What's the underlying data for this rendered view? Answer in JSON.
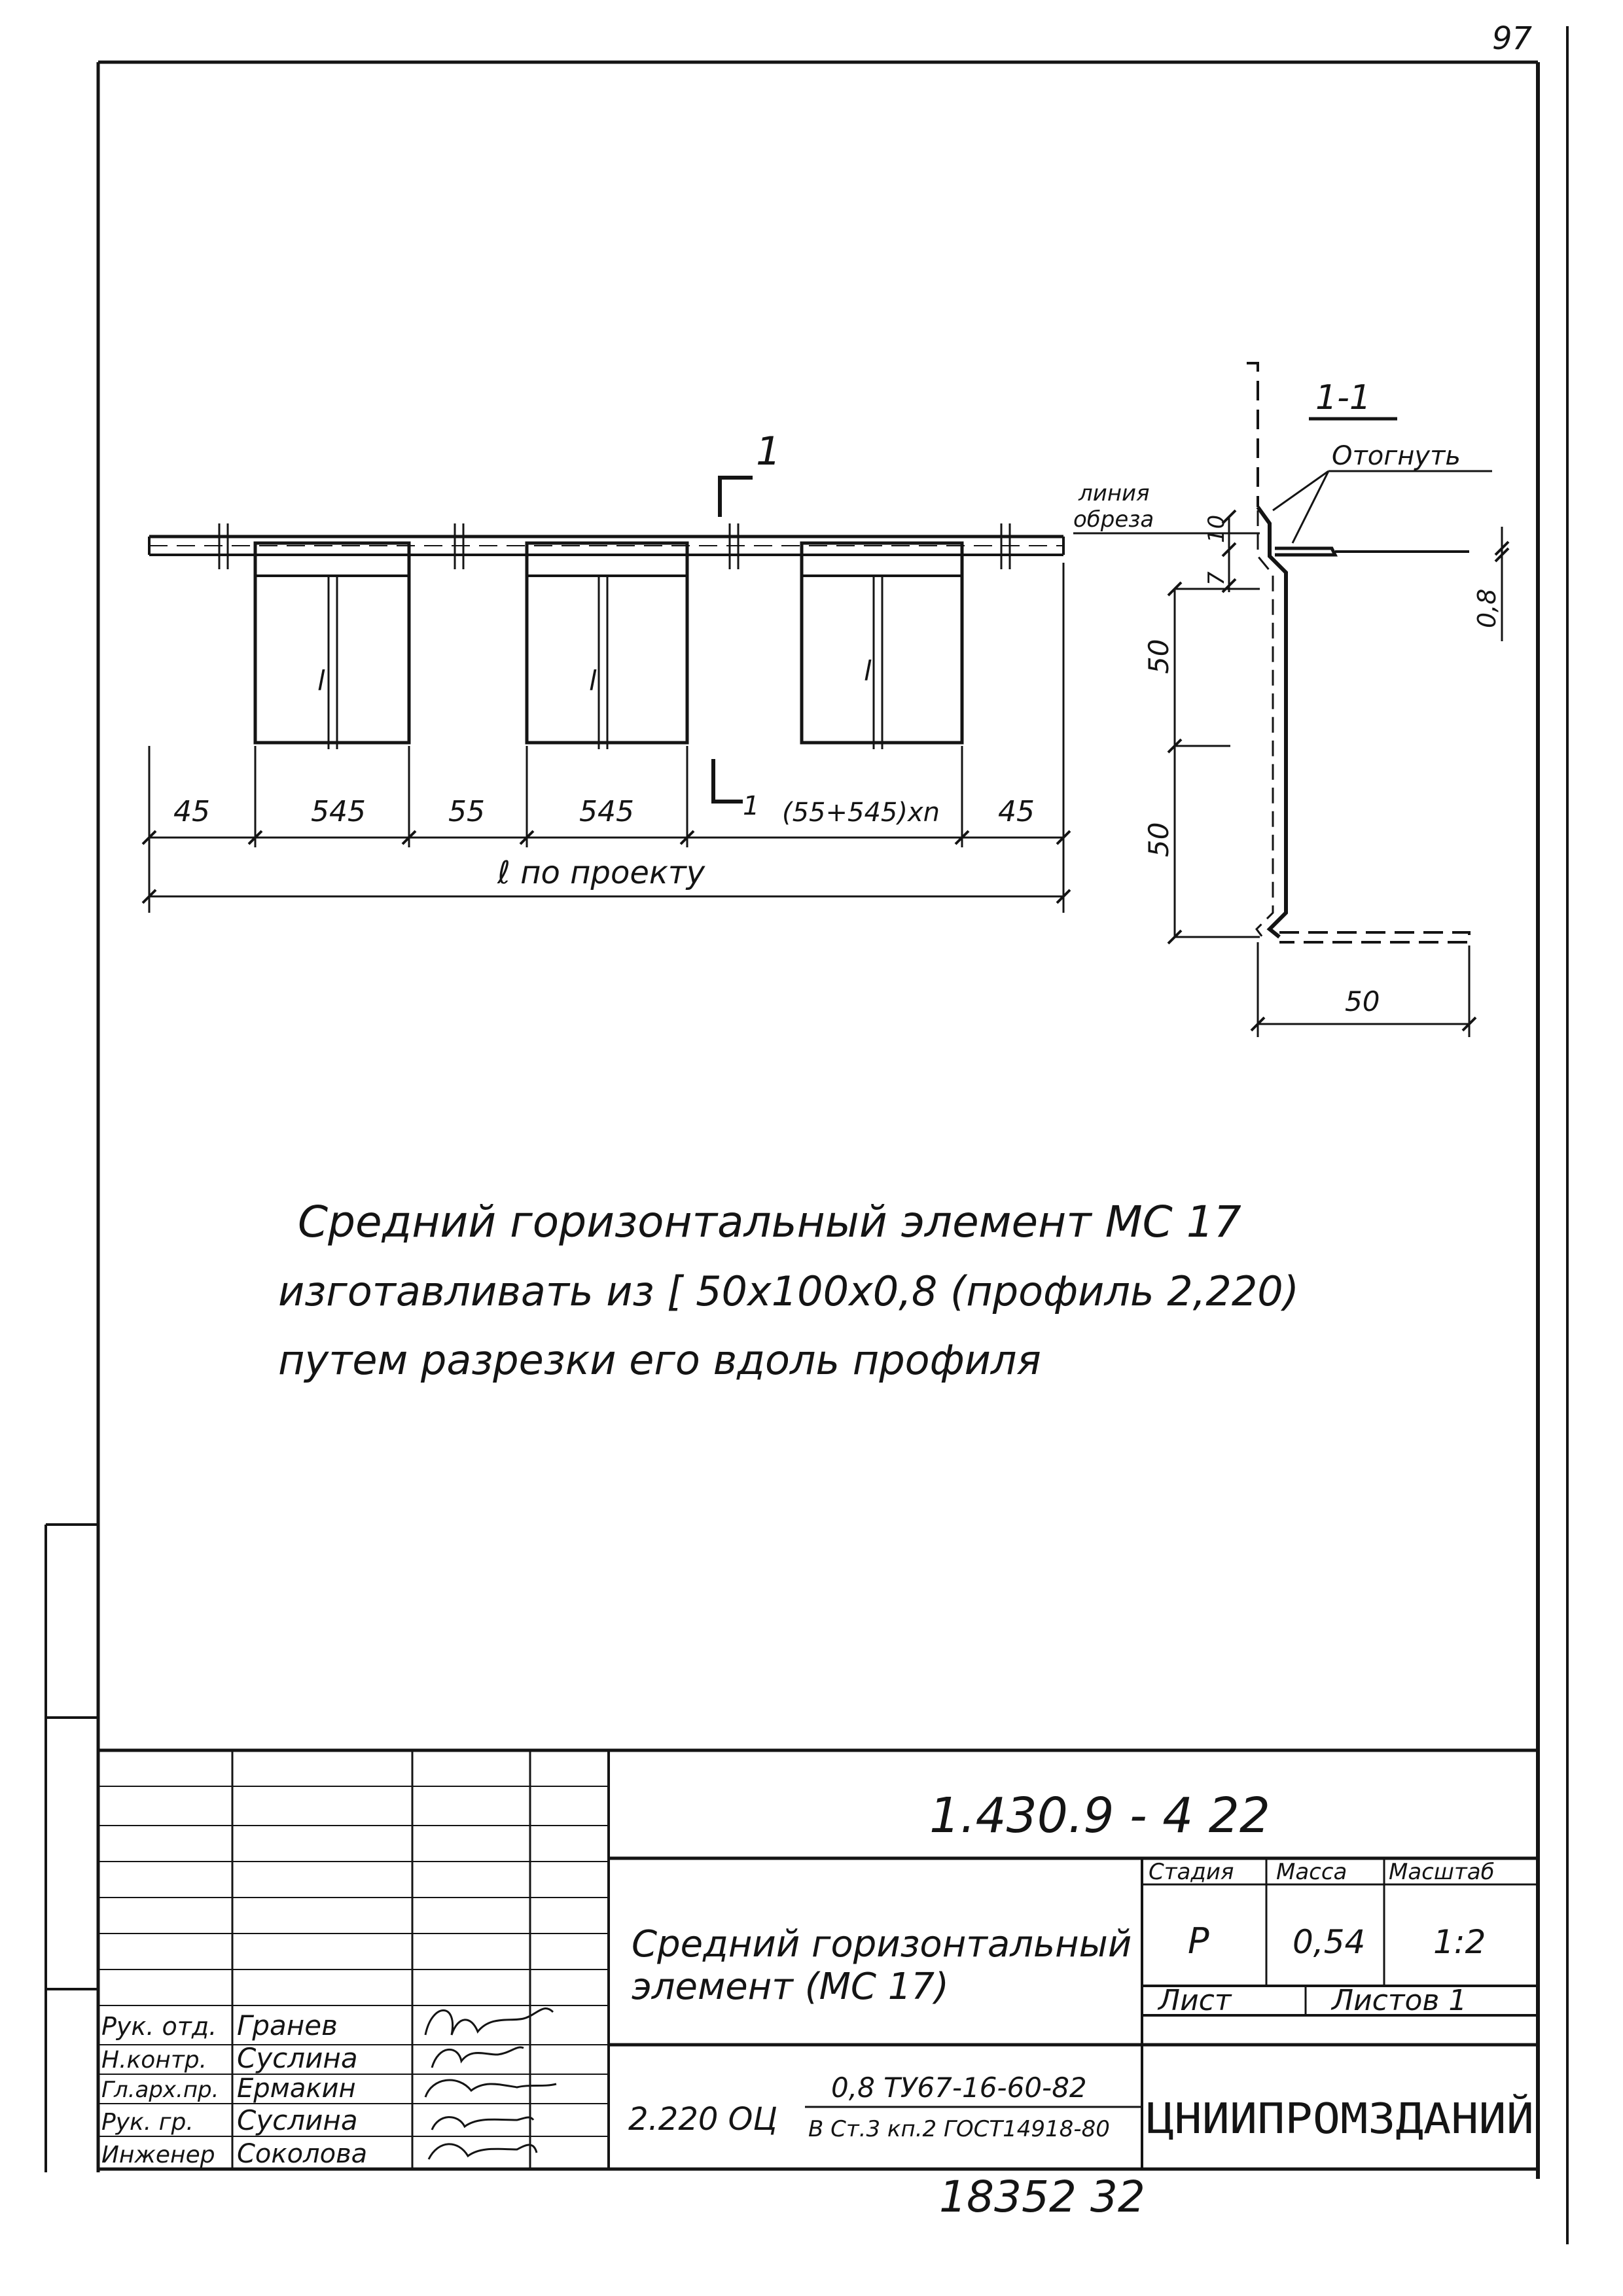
{
  "drawing": {
    "sheet_mark": "97",
    "dimensions": {
      "d1": "45",
      "d2": "545",
      "d3": "55",
      "d4": "545",
      "d5": "(55+545)xn",
      "d6": "45",
      "overall": "ℓ по проекту"
    },
    "section_marks": {
      "upper": "1",
      "lower": "1"
    },
    "section_view": {
      "title": "1-1",
      "label_bend": "Отогнуть",
      "label_cut_line_1": "линия",
      "label_cut_line_2": "обреза",
      "dim_10": "10",
      "dim_7": "7",
      "dim_08": "0,8",
      "dim_50a": "50",
      "dim_50b": "50",
      "dim_50c": "50"
    },
    "break_labels": [
      "l",
      "l",
      "l"
    ]
  },
  "note": {
    "line1": "Средний горизонтальный элемент МС 17",
    "line2": "изготавливать из [ 50х100х0,8 (профиль 2,220)",
    "line3": "путем разрезки его вдоль профиля"
  },
  "title_block": {
    "designation": "1.430.9 - 4 22",
    "title_line1": "Средний горизонтальный",
    "title_line2": "элемент (МС 17)",
    "stage_header": "Стадия",
    "mass_header": "Масса",
    "scale_header": "Масштаб",
    "stage": "Р",
    "mass": "0,54",
    "scale": "1:2",
    "sheet_label": "Лист",
    "sheets_label": "Листов 1",
    "material_prefix": "2.220 ОЦ",
    "material_top": "0,8 ТУ67-16-60-82",
    "material_bottom": "В Ст.3 кп.2 ГОСТ14918-80",
    "organization": "ЦНИИПРОМЗДАНИЙ",
    "roles": [
      {
        "role": "Рук. отд.",
        "name": "Гранев"
      },
      {
        "role": "Н.контр.",
        "name": "Суслина"
      },
      {
        "role": "Гл.арх.пр.",
        "name": "Ермакин"
      },
      {
        "role": "Рук. гр.",
        "name": "Суслина"
      },
      {
        "role": "Инженер",
        "name": "Соколова"
      }
    ]
  },
  "footer_number": "18352 32"
}
